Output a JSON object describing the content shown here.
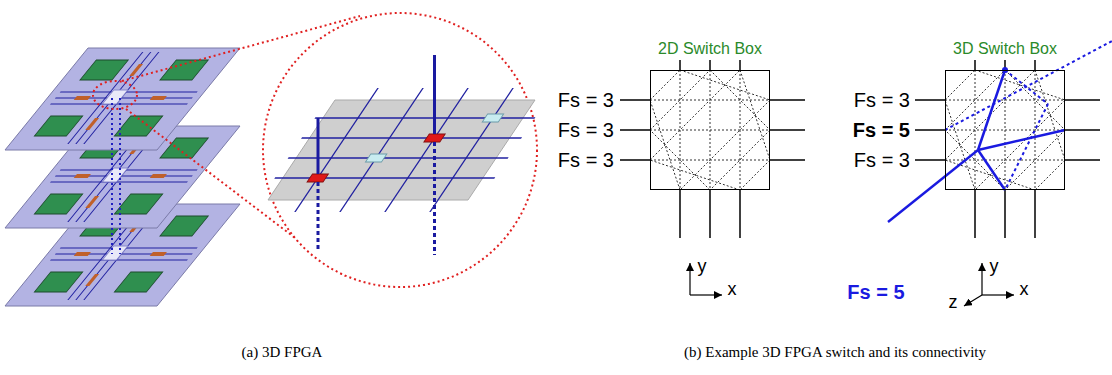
{
  "diagram": {
    "nodes": [
      {
        "text": [
          "2D Switch Box"
        ]
      },
      {
        "text": [
          "3D Switch Box"
        ]
      }
    ],
    "labels": [
      "Fs = 3",
      "Fs = 3",
      "Fs = 3",
      "y",
      "x",
      "Fs = 3",
      "Fs = 5",
      "Fs = 3",
      "Fs = 5",
      "y",
      "z",
      "x",
      "(a) 3D FPGA",
      "(b) Example 3D FPGA switch and its connectivity"
    ]
  }
}
